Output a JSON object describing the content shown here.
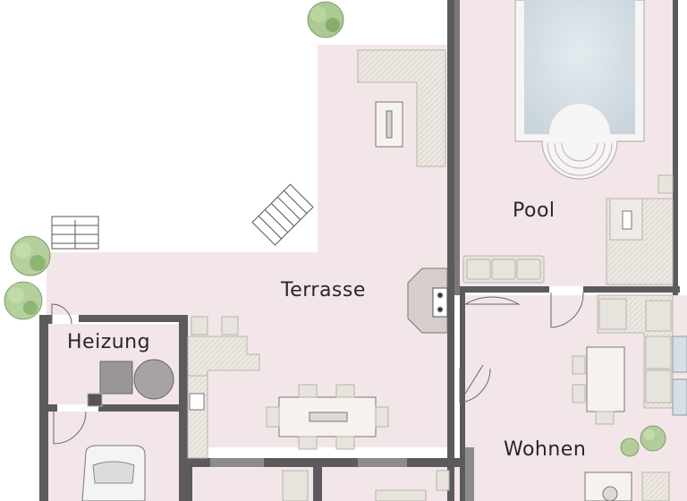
{
  "plan": {
    "rooms": {
      "terrasse": "Terrasse",
      "pool": "Pool",
      "heizung": "Heizung",
      "wohnen": "Wohnen"
    }
  },
  "colors": {
    "floor": "#f3e6e8",
    "wall": "#5c5a5d",
    "furniture_fill": "#e7e3dd",
    "furniture_stroke": "#b9b3ad",
    "water": "#d3dde4",
    "plant": "#9cc07f",
    "label": "#2a2628"
  }
}
